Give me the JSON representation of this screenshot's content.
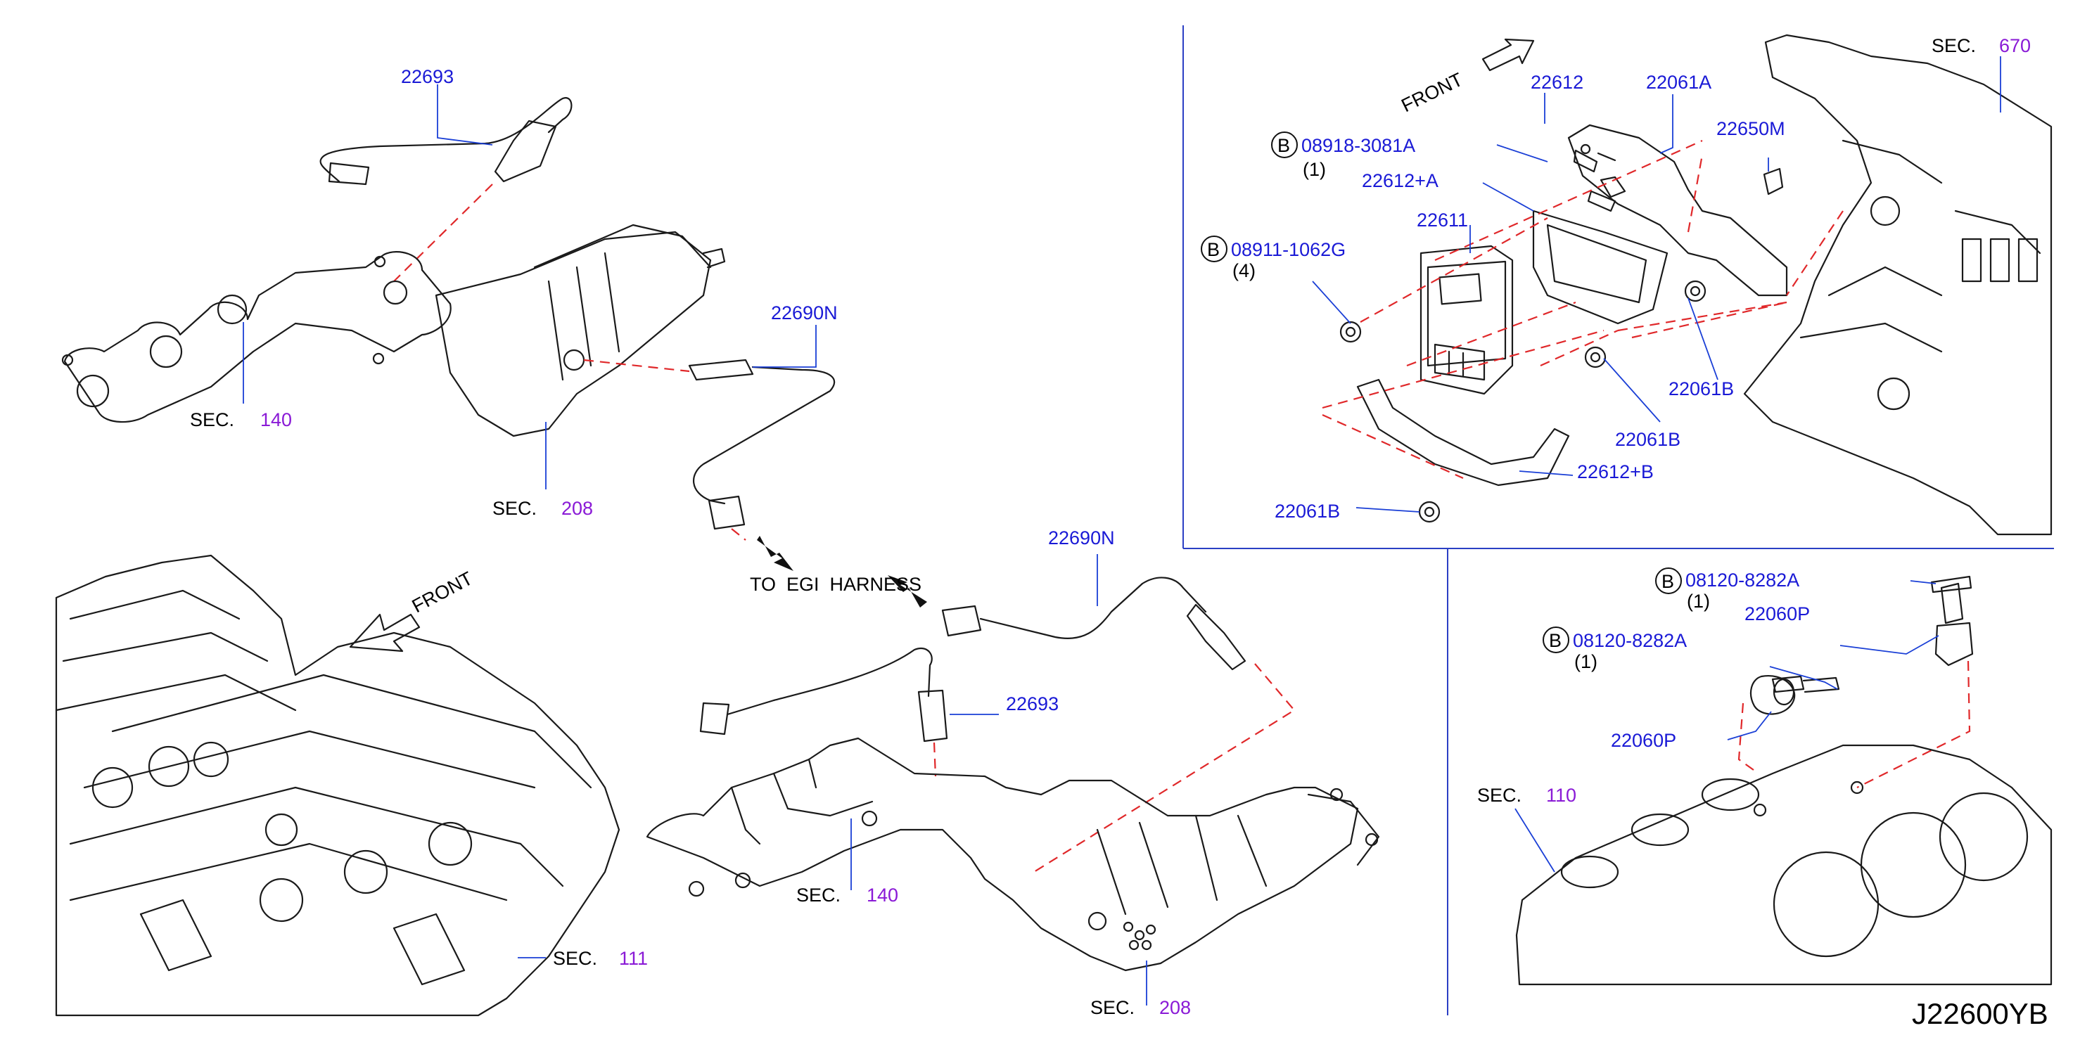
{
  "diagram_code": "J22600YB",
  "labels": {
    "sensor_22693_top": "22693",
    "sensor_22690N_top": "22690N",
    "sec_140_top_prefix": "SEC.",
    "sec_140_top_num": "140",
    "sec_208_top_prefix": "SEC.",
    "sec_208_top_num": "208",
    "to_harness": "TO  EGI  HARNESS",
    "front_left": "FRONT",
    "sec_111_prefix": "SEC.",
    "sec_111_num": "111",
    "sensor_22690N_bot": "22690N",
    "sensor_22693_bot": "22693",
    "sec_140_bot_prefix": "SEC.",
    "sec_140_bot_num": "140",
    "sec_208_bot_prefix": "SEC.",
    "sec_208_bot_num": "208",
    "front_right": "FRONT",
    "ecm_bracket": "22612",
    "bolt_22061A": "22061A",
    "bracket_22650M": "22650M",
    "sec_670_prefix": "SEC.",
    "sec_670_num": "670",
    "b_08918": "08918-3081A",
    "b_08918_qty": "(1)",
    "bracket_22612A": "22612+A",
    "ecm_22611": "22611",
    "b_08911": "08911-1062G",
    "b_08911_qty": "(4)",
    "nut_22061B_right": "22061B",
    "nut_22061B_mid": "22061B",
    "bracket_22612B": "22612+B",
    "nut_22061B_left": "22061B",
    "b_08120_top": "08120-8282A",
    "b_08120_top_qty": "(1)",
    "knock_22060P_top": "22060P",
    "b_08120_bot": "08120-8282A",
    "b_08120_bot_qty": "(1)",
    "knock_22060P_bot": "22060P",
    "sec_110_prefix": "SEC.",
    "sec_110_num": "110",
    "b_symbol": "B"
  }
}
